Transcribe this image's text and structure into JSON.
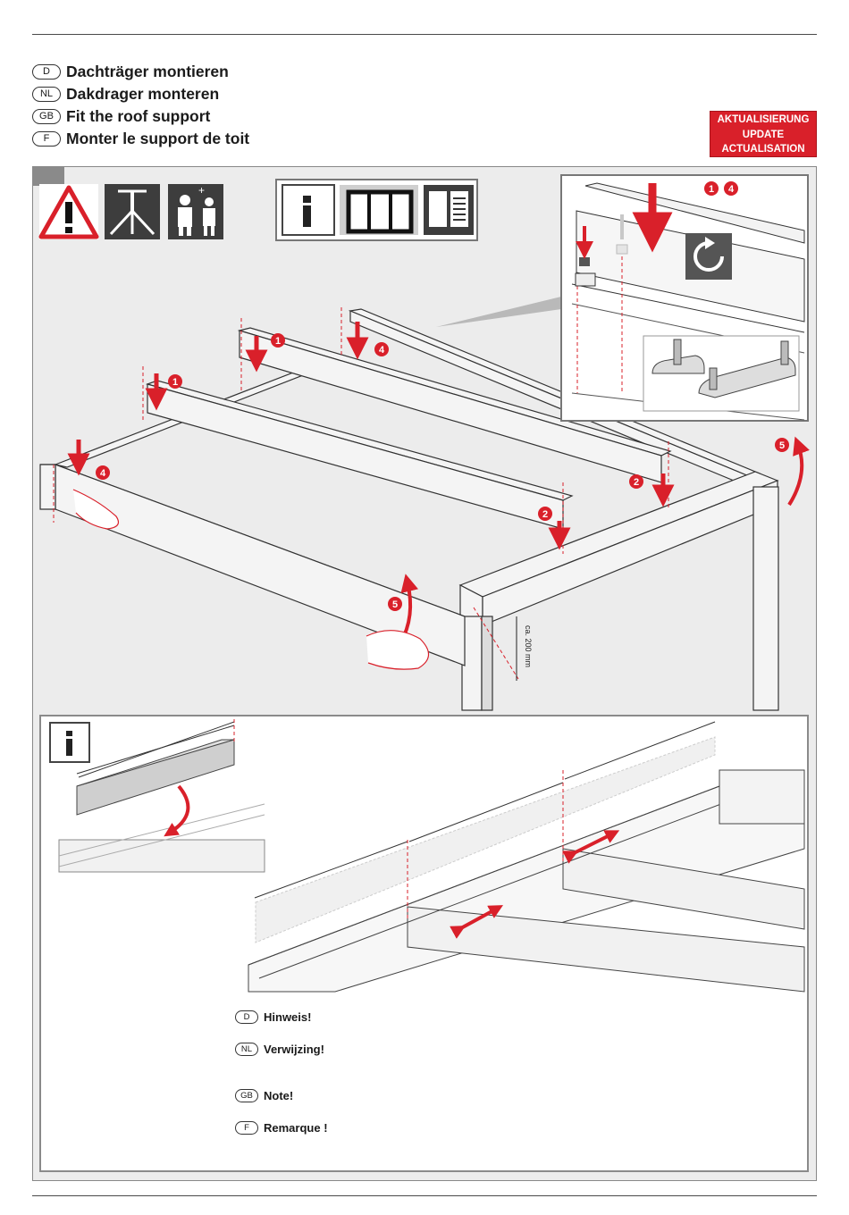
{
  "header": {
    "titles": [
      {
        "lang": "D",
        "text": "Dachträger montieren"
      },
      {
        "lang": "NL",
        "text": "Dakdrager monteren"
      },
      {
        "lang": "GB",
        "text": "Fit the roof support"
      },
      {
        "lang": "F",
        "text": "Monter le support de toit"
      }
    ],
    "stamp": [
      "AKTUALISIERUNG",
      "UPDATE",
      "ACTUALISATION"
    ]
  },
  "diagram": {
    "step_markers": [
      "1",
      "1",
      "4",
      "4",
      "2",
      "2",
      "5",
      "5"
    ],
    "inset_markers": [
      "1",
      "4"
    ],
    "dimension": "ca. 200 mm",
    "icons": [
      "warning-icon",
      "lifting-stand-icon",
      "two-workers-icon",
      "info-icon",
      "frame-icon",
      "manual-icon",
      "rotate-icon"
    ]
  },
  "notes": [
    {
      "lang": "D",
      "label": "Hinweis!"
    },
    {
      "lang": "NL",
      "label": "Verwijzing!"
    },
    {
      "lang": "GB",
      "label": "Note!"
    },
    {
      "lang": "F",
      "label": "Remarque !"
    }
  ],
  "colors": {
    "accent": "#d9202a",
    "panel": "#ececec",
    "line": "#333333"
  }
}
